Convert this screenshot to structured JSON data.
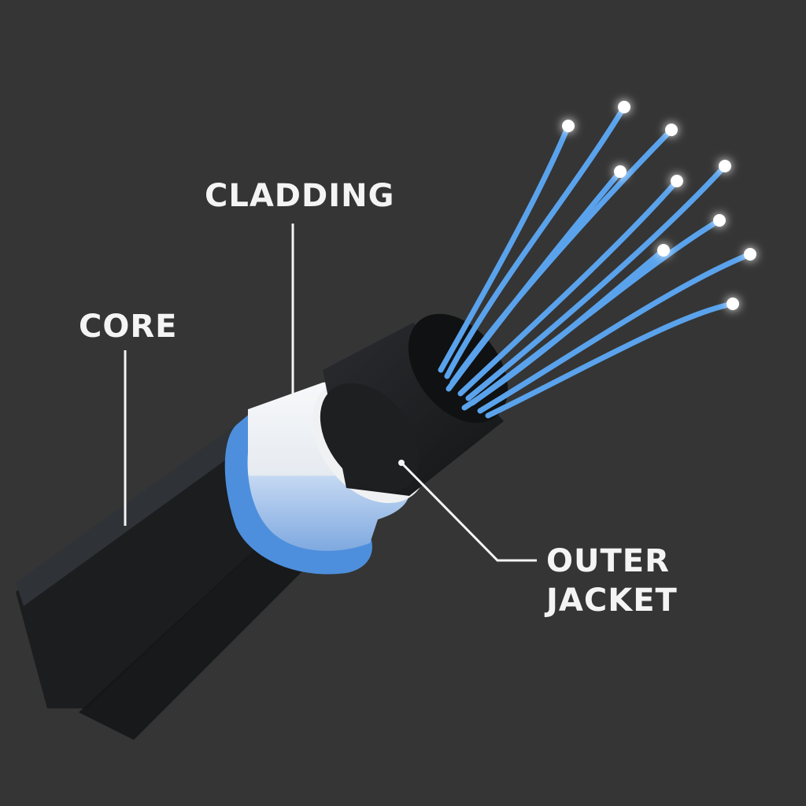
{
  "labels": {
    "cladding": "CLADDING",
    "core": "CORE",
    "outer_jacket_line1": "OUTER",
    "outer_jacket_line2": "JACKET"
  },
  "colors": {
    "background": "#353535",
    "jacket": "#1c1d1f",
    "jacket_highlight": "#2f3236",
    "cladding_blue": "#4d8fdc",
    "cladding_white": "#f2f3f5",
    "fiber_blue": "#5aa3ec",
    "fiber_tip_glow": "#cfe6ff",
    "label_text": "#f4f4f4"
  },
  "fiber_count": 10
}
